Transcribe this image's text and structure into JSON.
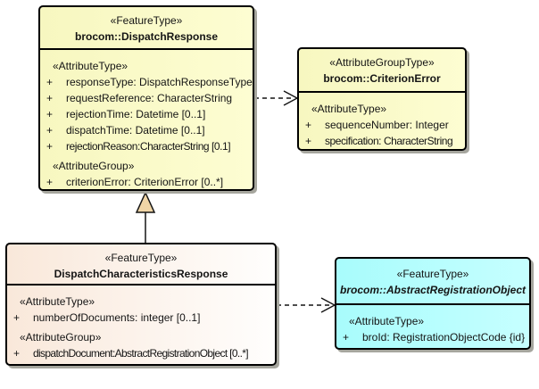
{
  "diagram": {
    "kind": "UML class diagram",
    "background_color": "#FFFFFF"
  },
  "colors": {
    "class_fill_yellow": "#FBFBC9",
    "class_fill_peach": "#F9E8DA",
    "class_fill_cyan": "#AEFEFE",
    "box_border": "#000000",
    "box_shadow": "#A6A69E",
    "generalization_triangle_fill": "#F0D5A6",
    "text": "#141414"
  },
  "boxes": {
    "dispatch_response": {
      "stereotype": "«FeatureType»",
      "name": "brocom::DispatchResponse",
      "rows": [
        {
          "label": "«AttributeType»"
        },
        {
          "vis": "+",
          "text": "responseType: DispatchResponseType"
        },
        {
          "vis": "+",
          "text": "requestReference: CharacterString"
        },
        {
          "vis": "+",
          "text": "rejectionTime: Datetime [0..1]"
        },
        {
          "vis": "+",
          "text": "dispatchTime: Datetime [0..1]"
        },
        {
          "vis": "+",
          "text": "rejectionReason:CharacterString [0.1]"
        },
        {
          "label": "«AttributeGroup»"
        },
        {
          "vis": "+",
          "text": "criterionError: CriterionError [0..*]"
        }
      ]
    },
    "criterion_error": {
      "stereotype": "«AttributeGroupType»",
      "name": "brocom::CriterionError",
      "rows": [
        {
          "label": "«AttributeType»"
        },
        {
          "vis": "+",
          "text": "sequenceNumber: Integer"
        },
        {
          "vis": "+",
          "text": "specification: CharacterString"
        }
      ]
    },
    "dispatch_characteristics_response": {
      "stereotype": "«FeatureType»",
      "name": "DispatchCharacteristicsResponse",
      "rows": [
        {
          "label": "«AttributeType»"
        },
        {
          "vis": "+",
          "text": "numberOfDocuments: integer [0..1]"
        },
        {
          "label": "«AttributeGroup»"
        },
        {
          "vis": "+",
          "text": "dispatchDocument:AbstractRegistrationObject [0..*]"
        }
      ]
    },
    "abstract_registration_object": {
      "stereotype": "«FeatureType»",
      "name": "brocom::AbstractRegistrationObject",
      "rows": [
        {
          "label": "«AttributeType»"
        },
        {
          "vis": "+",
          "text": "broId: RegistrationObjectCode {id}"
        }
      ]
    }
  },
  "connectors": {
    "generalization": {
      "type": "generalization",
      "from": "DispatchCharacteristicsResponse",
      "to": "brocom::DispatchResponse"
    },
    "dependency_criterion_error": {
      "type": "dependency-dashed",
      "from": "brocom::DispatchResponse",
      "to": "brocom::CriterionError"
    },
    "dependency_abstract_registration_object": {
      "type": "dependency-dashed",
      "from": "DispatchCharacteristicsResponse",
      "to": "brocom::AbstractRegistrationObject"
    }
  }
}
